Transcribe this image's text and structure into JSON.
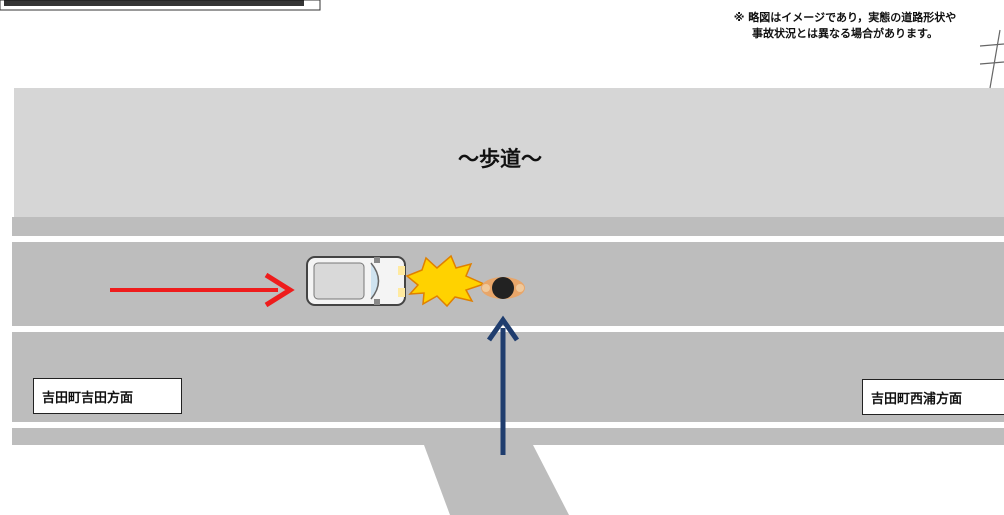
{
  "diagram": {
    "note_line1": "※ 略図はイメージであり，実態の道路形状や",
    "note_line2": "事故状況とは異なる場合があります。",
    "sidewalk_label": "～歩道～",
    "direction_left": "吉田町吉田方面",
    "direction_right": "吉田町西浦方面"
  },
  "colors": {
    "sidewalk": "#d6d6d6",
    "road": "#bdbdbd",
    "lane_line": "#ffffff",
    "vehicle_arrow": "#ee1c1c",
    "pedestrian_arrow": "#1f3d6e",
    "impact": "#ffd200"
  },
  "icons": {
    "vehicle": "car-top-view-icon",
    "impact": "collision-burst-icon",
    "pedestrian": "pedestrian-top-view-icon"
  }
}
